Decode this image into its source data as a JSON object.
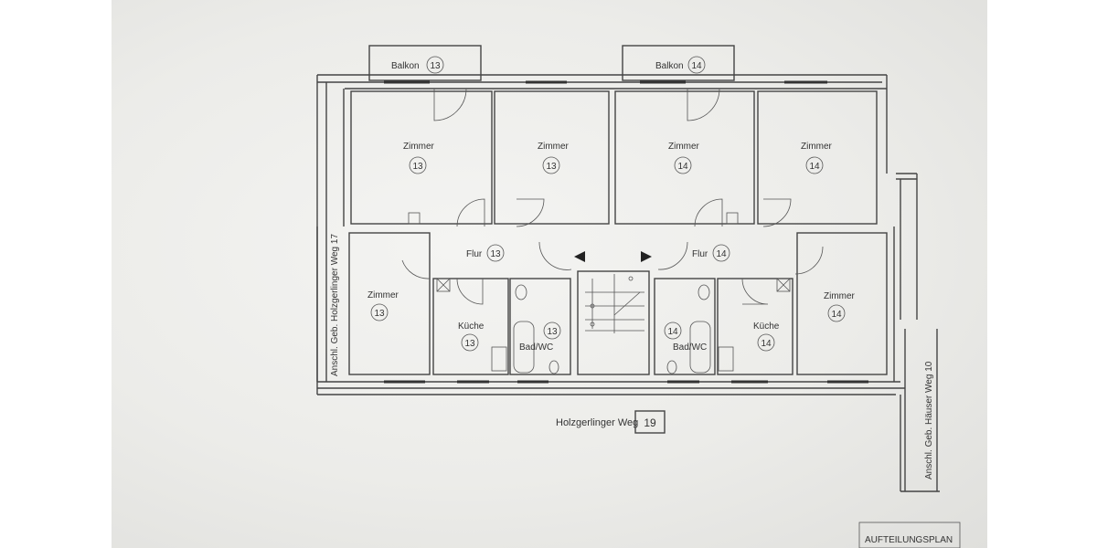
{
  "plan": {
    "balconies": [
      {
        "label": "Balkon",
        "unit": "13"
      },
      {
        "label": "Balkon",
        "unit": "14"
      }
    ],
    "rooms": [
      {
        "label": "Zimmer",
        "unit": "13"
      },
      {
        "label": "Zimmer",
        "unit": "13"
      },
      {
        "label": "Zimmer",
        "unit": "14"
      },
      {
        "label": "Zimmer",
        "unit": "14"
      },
      {
        "label": "Zimmer",
        "unit": "13"
      },
      {
        "label": "Zimmer",
        "unit": "14"
      },
      {
        "label": "Küche",
        "unit": "13"
      },
      {
        "label": "Küche",
        "unit": "14"
      },
      {
        "label": "Bad/WC",
        "unit": "13"
      },
      {
        "label": "Bad/WC",
        "unit": "14"
      }
    ],
    "hallways": [
      {
        "label": "Flur",
        "unit": "13"
      },
      {
        "label": "Flur",
        "unit": "14"
      }
    ],
    "street": {
      "name": "Holzgerlinger Weg",
      "number": "19"
    },
    "adjacent_left": "Anschl. Geb. Holzgerlinger Weg 17",
    "adjacent_right": "Anschl. Geb. Häuser Weg 10",
    "title_block": "AUFTEILUNGSPLAN"
  }
}
